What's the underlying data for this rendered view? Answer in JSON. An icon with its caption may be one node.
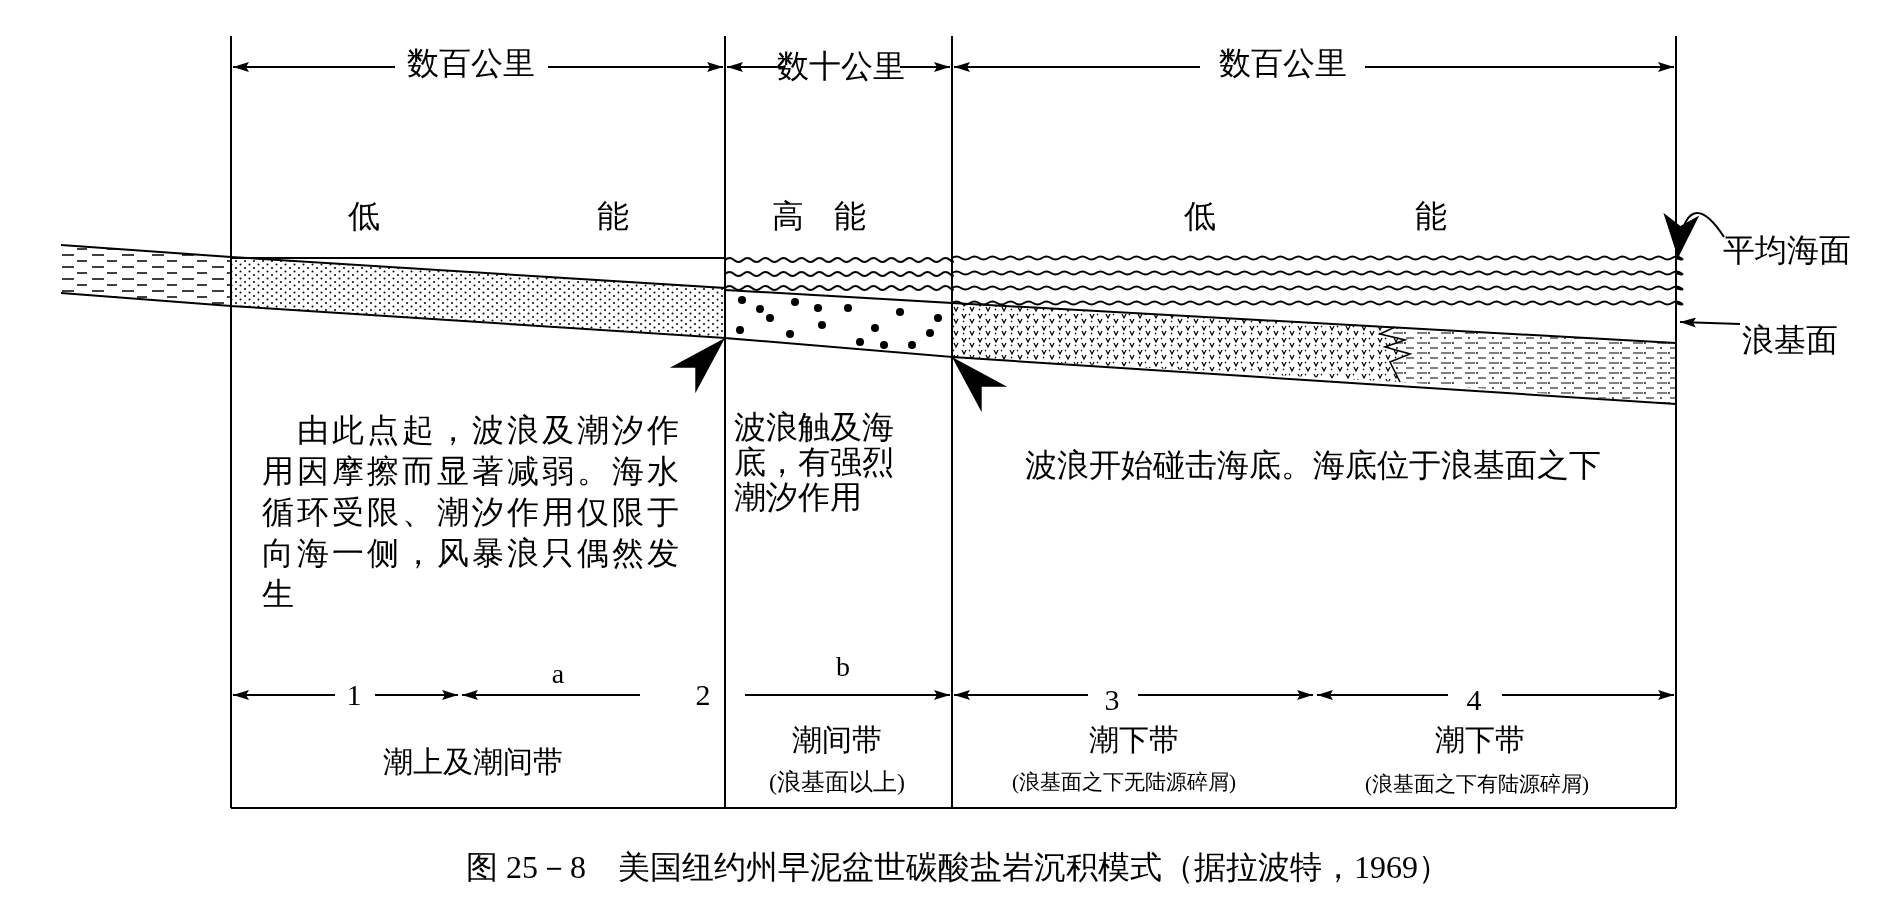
{
  "diagram": {
    "caption": "图 25－8　美国纽约州早泥盆世碳酸盐岩沉积模式（据拉波特，1969）",
    "nodes": [
      {
        "text": [
          "平均海面"
        ]
      },
      {
        "text": [
          "浪基面"
        ]
      }
    ],
    "edges": [
      {
        "from": 0,
        "to": null,
        "arrow": "to"
      },
      {
        "from": 1,
        "to": null,
        "arrow": "to"
      }
    ],
    "labels": [
      "数百公里",
      "数十公里",
      "数百公里",
      "低",
      "能",
      "高",
      "能",
      "低",
      "能",
      "由此点起，波浪及潮汐作用因摩擦而显著减弱。海水循环受限、潮汐作用仅限于向海一侧，风暴浪只偶然发生",
      "波浪触及海底，有强烈潮汐作用",
      "波浪开始碰击海底。海底位于浪基面之下",
      "a",
      "b",
      "1",
      "2",
      "3",
      "4",
      "潮上及潮间带",
      "潮间带",
      "(浪基面以上)",
      "潮下带",
      "(浪基面之下无陆源碎屑)",
      "潮下带",
      "(浪基面之下有陆源碎屑)"
    ]
  }
}
